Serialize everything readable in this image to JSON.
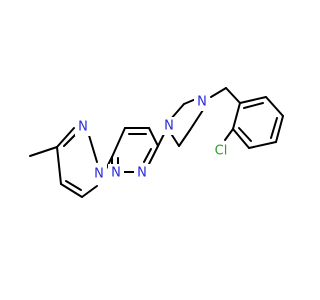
{
  "molecule": {
    "atom_colors": {
      "C": "#000000",
      "N": "#2a2adc",
      "Cl": "#2aa02a"
    },
    "labels": {
      "cl": "Cl",
      "n_pyrazole_2": "N",
      "n_pyrazole_1": "N",
      "n_pyridazine_a": "N",
      "n_pyridazine_b": "N",
      "n_piperazine_1": "N",
      "n_piperazine_4": "N"
    }
  }
}
